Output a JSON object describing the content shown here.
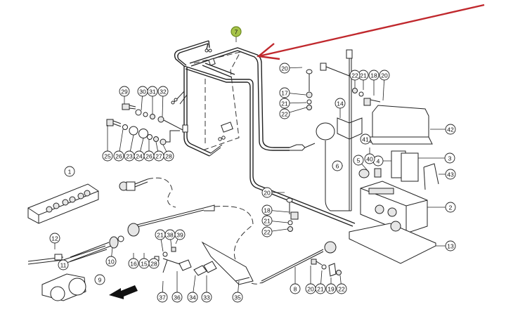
{
  "diagram": {
    "type": "exploded-parts-diagram",
    "highlight": {
      "part": "7",
      "callout_color": "#a7c44a",
      "arrow_color": "#c0282d"
    },
    "callouts": [
      {
        "id": "c1",
        "label": "1"
      },
      {
        "id": "c2",
        "label": "2"
      },
      {
        "id": "c3",
        "label": "3"
      },
      {
        "id": "c4",
        "label": "4"
      },
      {
        "id": "c5",
        "label": "5"
      },
      {
        "id": "c6",
        "label": "6"
      },
      {
        "id": "c7",
        "label": "7"
      },
      {
        "id": "c8",
        "label": "8"
      },
      {
        "id": "c9",
        "label": "9"
      },
      {
        "id": "c10",
        "label": "10"
      },
      {
        "id": "c11",
        "label": "11"
      },
      {
        "id": "c12",
        "label": "12"
      },
      {
        "id": "c13",
        "label": "13"
      },
      {
        "id": "c14",
        "label": "14"
      },
      {
        "id": "c15",
        "label": "15"
      },
      {
        "id": "c16",
        "label": "16"
      },
      {
        "id": "c17",
        "label": "17"
      },
      {
        "id": "c18a",
        "label": "18"
      },
      {
        "id": "c18b",
        "label": "18"
      },
      {
        "id": "c19",
        "label": "19"
      },
      {
        "id": "c20a",
        "label": "20"
      },
      {
        "id": "c20b",
        "label": "20"
      },
      {
        "id": "c20c",
        "label": "20"
      },
      {
        "id": "c20d",
        "label": "20"
      },
      {
        "id": "c21a",
        "label": "21"
      },
      {
        "id": "c21b",
        "label": "21"
      },
      {
        "id": "c21c",
        "label": "21"
      },
      {
        "id": "c21d",
        "label": "21"
      },
      {
        "id": "c21e",
        "label": "21"
      },
      {
        "id": "c22a",
        "label": "22"
      },
      {
        "id": "c22b",
        "label": "22"
      },
      {
        "id": "c22c",
        "label": "22"
      },
      {
        "id": "c22d",
        "label": "22"
      },
      {
        "id": "c23",
        "label": "23"
      },
      {
        "id": "c24",
        "label": "24"
      },
      {
        "id": "c25",
        "label": "25"
      },
      {
        "id": "c26a",
        "label": "26"
      },
      {
        "id": "c26b",
        "label": "26"
      },
      {
        "id": "c27",
        "label": "27"
      },
      {
        "id": "c28a",
        "label": "28"
      },
      {
        "id": "c28b",
        "label": "28"
      },
      {
        "id": "c29",
        "label": "29"
      },
      {
        "id": "c30",
        "label": "30"
      },
      {
        "id": "c31",
        "label": "31"
      },
      {
        "id": "c32",
        "label": "32"
      },
      {
        "id": "c33",
        "label": "33"
      },
      {
        "id": "c34",
        "label": "34"
      },
      {
        "id": "c35",
        "label": "35"
      },
      {
        "id": "c36",
        "label": "36"
      },
      {
        "id": "c37",
        "label": "37"
      },
      {
        "id": "c38",
        "label": "38"
      },
      {
        "id": "c39",
        "label": "39"
      },
      {
        "id": "c40",
        "label": "40"
      },
      {
        "id": "c41",
        "label": "41"
      },
      {
        "id": "c42",
        "label": "42"
      },
      {
        "id": "c43",
        "label": "43"
      }
    ]
  }
}
